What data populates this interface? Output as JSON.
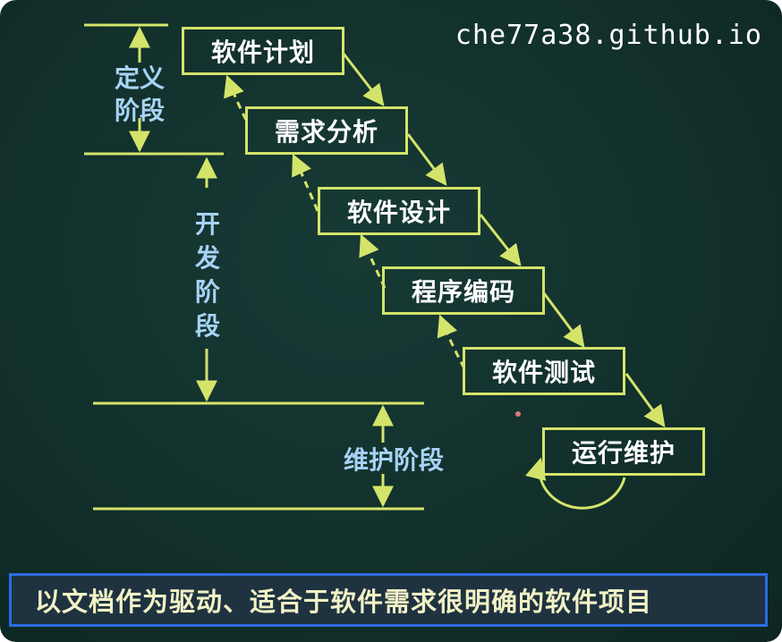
{
  "watermark": "che77a38.github.io",
  "stages": [
    {
      "label": "软件计划"
    },
    {
      "label": "需求分析"
    },
    {
      "label": "软件设计"
    },
    {
      "label": "程序编码"
    },
    {
      "label": "软件测试"
    },
    {
      "label": "运行维护"
    }
  ],
  "phases": {
    "definition": "定义\n阶段",
    "development": "开\n发\n阶\n段",
    "maintenance": "维护阶段"
  },
  "caption": "以文档作为驱动、适合于软件需求很明确的软件项目",
  "colors": {
    "stage_border": "#d4e46a",
    "phase_text": "#a7d3f5",
    "caption_border": "#2c6be0"
  }
}
